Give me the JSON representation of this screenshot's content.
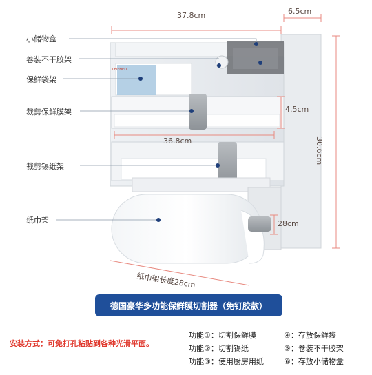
{
  "dimensions": {
    "width_top": "37.8cm",
    "depth": "6.5cm",
    "height": "30.6cm",
    "film_height": "4.5cm",
    "blade_width": "36.8cm",
    "roll_diameter": "28cm",
    "towel_length": "纸巾架长度28cm"
  },
  "callouts": [
    {
      "label": "小储物盒"
    },
    {
      "label": "卷装不干胶架"
    },
    {
      "label": "保鲜袋架"
    },
    {
      "label": "裁剪保鲜膜架"
    },
    {
      "label": "裁剪锡纸架"
    },
    {
      "label": "纸巾架"
    }
  ],
  "brand_mark": "LEIFHEIT",
  "title": "德国豪华多功能保鲜膜切割器（免钉胶款）",
  "install_note": "安装方式：可免打孔粘贴到各种光滑平面。",
  "functions_left": [
    {
      "num": "功能①：",
      "text": "切割保鲜膜"
    },
    {
      "num": "功能②：",
      "text": "切割锡纸"
    },
    {
      "num": "功能③：",
      "text": "使用厨房用纸"
    }
  ],
  "functions_right": [
    {
      "num": "④：",
      "text": "存放保鲜袋"
    },
    {
      "num": "⑤：",
      "text": "卷装不干胶架"
    },
    {
      "num": "⑥：",
      "text": "存放小储物盒"
    }
  ],
  "colors": {
    "title_bg": "#1f4f9a",
    "install_red": "#e03a2f",
    "dim_red": "#e88a80",
    "callout_line": "#8a98a8",
    "dot_blue": "#1f3f7a",
    "bag_blue": "#a8c8e0"
  }
}
